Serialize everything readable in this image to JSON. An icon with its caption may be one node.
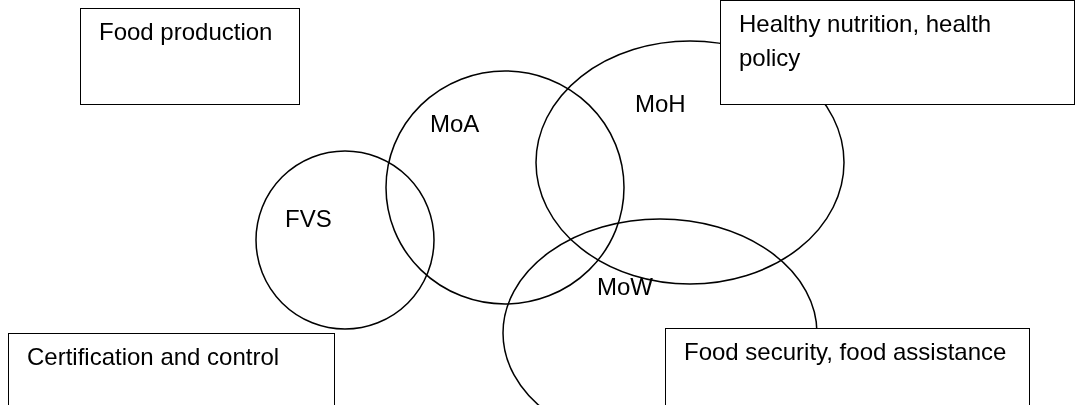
{
  "diagram": {
    "nodes": [
      {
        "text": [
          "Food production"
        ]
      },
      {
        "text": [
          "Healthy nutrition, health policy"
        ]
      },
      {
        "text": [
          "MoA"
        ]
      },
      {
        "text": [
          "MoH"
        ]
      },
      {
        "text": [
          "FVS"
        ]
      },
      {
        "text": [
          "Certification and control"
        ]
      },
      {
        "text": [
          "MoW"
        ]
      },
      {
        "text": [
          "Food security, food assistance"
        ]
      }
    ]
  }
}
